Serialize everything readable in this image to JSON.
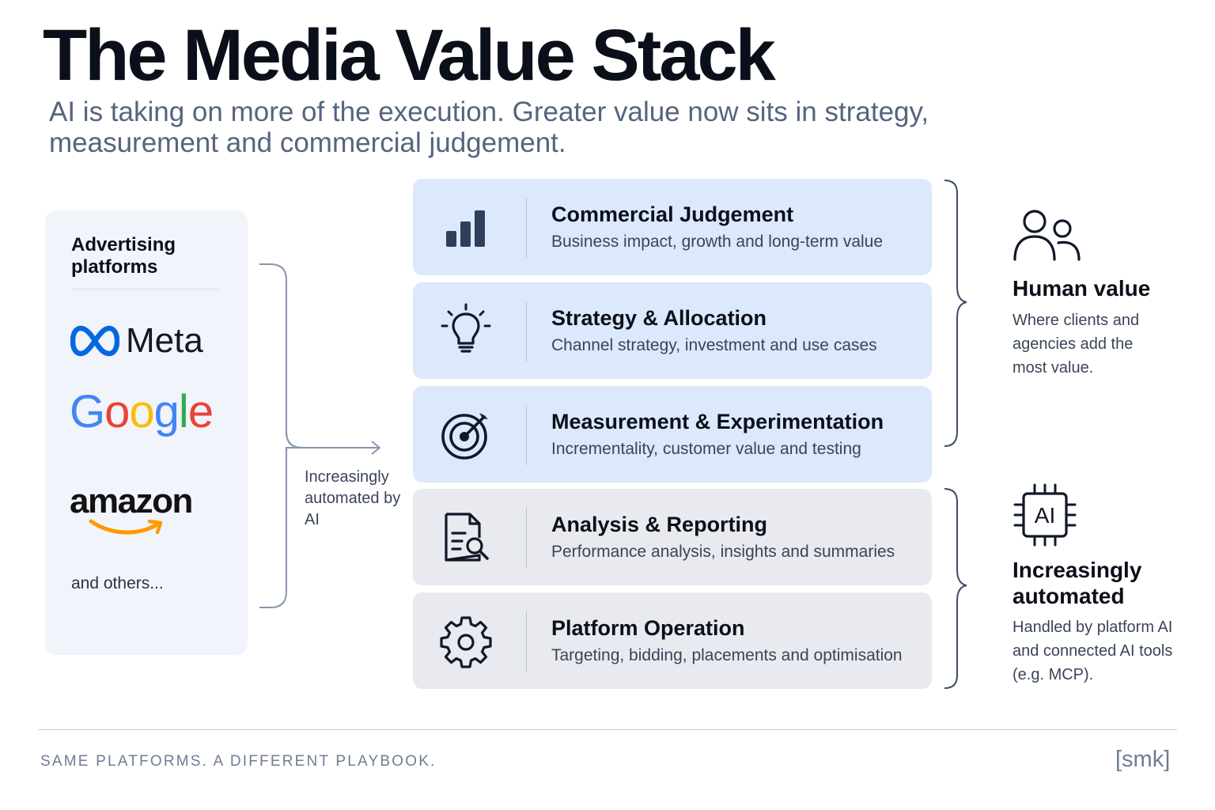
{
  "header": {
    "title": "The Media Value Stack",
    "subtitle": "AI is taking on more of the execution. Greater value now sits in strategy, measurement and commercial judgement."
  },
  "platforms": {
    "title": "Advertising platforms",
    "items": [
      {
        "name": "Meta",
        "icon": "meta-infinity-logo"
      },
      {
        "name": "Google",
        "icon": "google-wordmark"
      },
      {
        "name": "amazon",
        "icon": "amazon-smile-logo"
      }
    ],
    "others": "and others..."
  },
  "connector": {
    "label": "Increasingly automated by AI"
  },
  "stack": [
    {
      "title": "Commercial Judgement",
      "description": "Business impact, growth and long-term value",
      "icon": "bar-chart-icon",
      "group": "human"
    },
    {
      "title": "Strategy & Allocation",
      "description": "Channel strategy, investment and use cases",
      "icon": "lightbulb-icon",
      "group": "human"
    },
    {
      "title": "Measurement & Experimentation",
      "description": "Incrementality, customer value and testing",
      "icon": "target-icon",
      "group": "human"
    },
    {
      "title": "Analysis & Reporting",
      "description": "Performance analysis, insights and summaries",
      "icon": "document-search-icon",
      "group": "automated"
    },
    {
      "title": "Platform Operation",
      "description": "Targeting, bidding, placements and optimisation",
      "icon": "gear-icon",
      "group": "automated"
    }
  ],
  "groups": {
    "human": {
      "title": "Human value",
      "description": "Where clients and agencies add the most value.",
      "icon": "people-icon"
    },
    "automated": {
      "title": "Increasingly automated",
      "description": "Handled by platform AI and connected AI tools (e.g. MCP).",
      "icon": "ai-chip-icon",
      "icon_label": "AI"
    }
  },
  "colors": {
    "human_row": "#dce8fb",
    "automated_row": "#e8eaef",
    "meta_blue": "#0668e1",
    "google_blue": "#4285f4",
    "google_red": "#ea4335",
    "google_yellow": "#fbbc05",
    "google_green": "#34a853",
    "amazon_orange": "#ff9900"
  },
  "footer": {
    "tagline": "SAME PLATFORMS. A DIFFERENT PLAYBOOK.",
    "logo": "[smk]"
  }
}
